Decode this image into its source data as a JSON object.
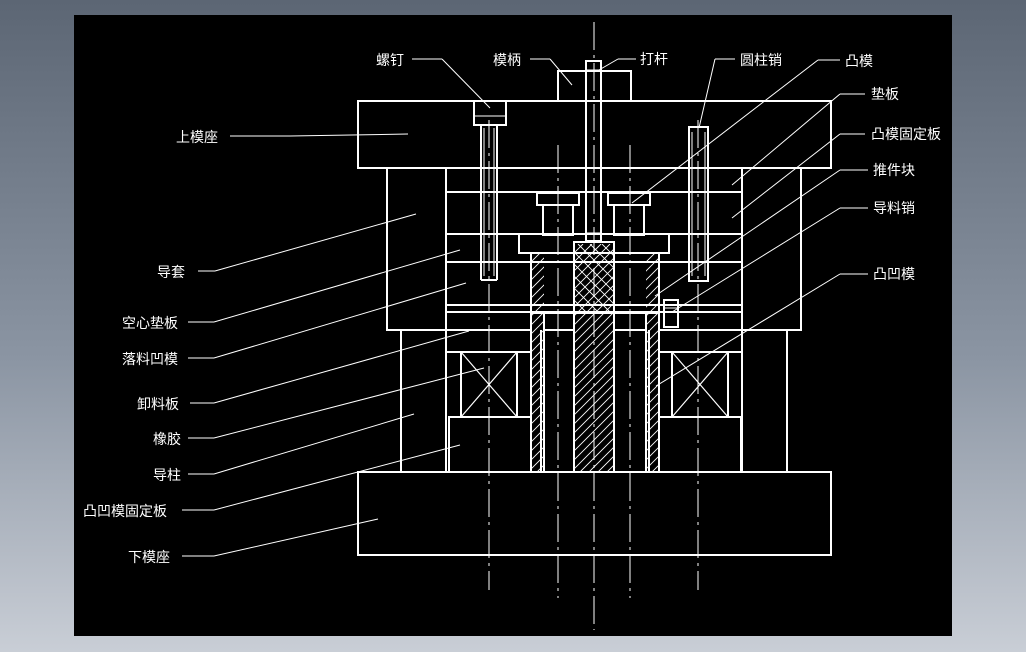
{
  "labels": {
    "screw": "螺钉",
    "die_shank": "模柄",
    "knockout_rod": "打杆",
    "dowel_pin": "圆柱销",
    "punch": "凸模",
    "backing_plate": "垫板",
    "punch_retainer": "凸模固定板",
    "ejector_block": "推件块",
    "guide_pin": "导料销",
    "punch_die": "凸凹模",
    "upper_die_base": "上模座",
    "guide_bushing": "导套",
    "hollow_backing_plate": "空心垫板",
    "blanking_die": "落料凹模",
    "stripper_plate": "卸料板",
    "rubber": "橡胶",
    "guide_post": "导柱",
    "punch_die_retainer": "凸凹模固定板",
    "lower_die_base": "下模座"
  },
  "colors": {
    "background": "#000000",
    "lines": "#ffffff",
    "frame_gradient_top": "#5c6674",
    "frame_gradient_bottom": "#c9ced6"
  }
}
